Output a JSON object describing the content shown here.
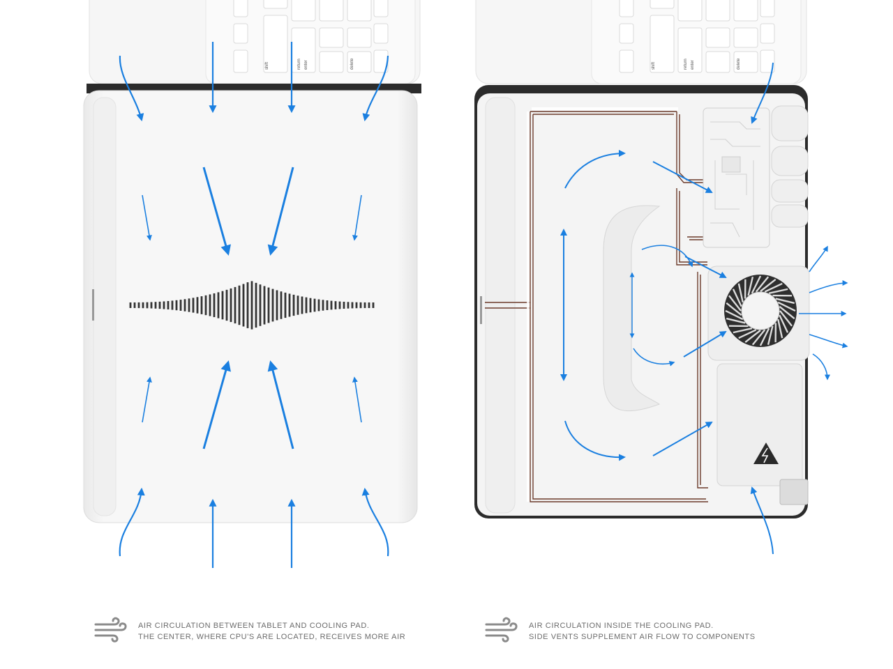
{
  "keyboard": {
    "keys": {
      "shift": "shift",
      "return": "return",
      "enter": "enter",
      "delete": "delete"
    }
  },
  "captions": {
    "left": {
      "line1": "AIR CIRCULATION BETWEEN TABLET AND COOLING PAD.",
      "line2": "THE CENTER, WHERE CPU'S ARE LOCATED, RECEIVES MORE AIR"
    },
    "right": {
      "line1": "AIR CIRCULATION INSIDE THE COOLING PAD.",
      "line2": "SIDE VENTS SUPPLEMENT AIR FLOW TO COMPONENTS"
    }
  },
  "colors": {
    "arrow": "#1a7fe0",
    "wire": "#6b3a2a",
    "pad_frame": "#2b2b2b",
    "device_body": "#f4f4f4"
  },
  "icons": {
    "caption_icon": "wind-icon",
    "warning": "high-voltage-warning-icon"
  }
}
